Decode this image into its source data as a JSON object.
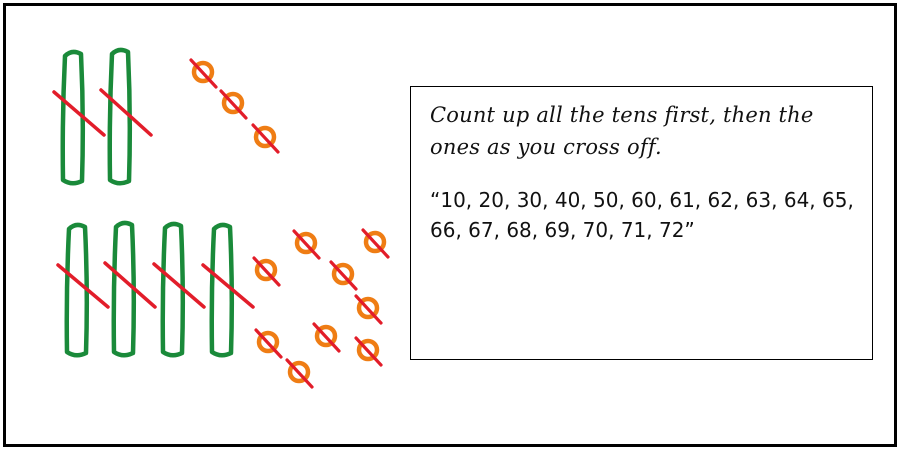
{
  "text_box": {
    "instruction": "Count up all the tens first, then the ones as you cross off.",
    "counting_sequence": "“10, 20, 30, 40, 50, 60, 61, 62, 63, 64, 65, 66, 67, 68, 69, 70, 71, 72”"
  },
  "groups": [
    {
      "name": "first-number",
      "tens": 2,
      "ones": 3
    },
    {
      "name": "second-number",
      "tens": 4,
      "ones": 9
    }
  ],
  "colors": {
    "ten_stick": "#1a8a3a",
    "one_ring": "#ef7d14",
    "cross_off": "#e21d2a",
    "border": "#000000"
  }
}
